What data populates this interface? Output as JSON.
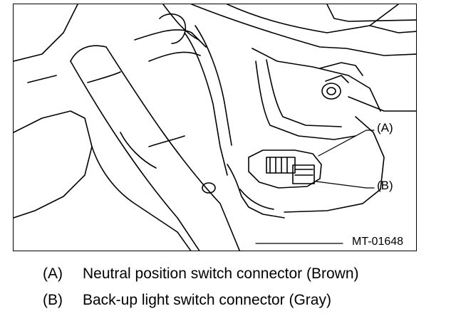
{
  "figure": {
    "callouts": [
      {
        "key": "a",
        "label": "(A)"
      },
      {
        "key": "b",
        "label": "(B)"
      }
    ],
    "figure_id": "MT-01648"
  },
  "legend": {
    "items": [
      {
        "key": "(A)",
        "text": "Neutral position switch connector (Brown)"
      },
      {
        "key": "(B)",
        "text": "Back-up light switch connector (Gray)"
      }
    ]
  },
  "colors": {
    "line": "#000000",
    "background": "#ffffff"
  }
}
